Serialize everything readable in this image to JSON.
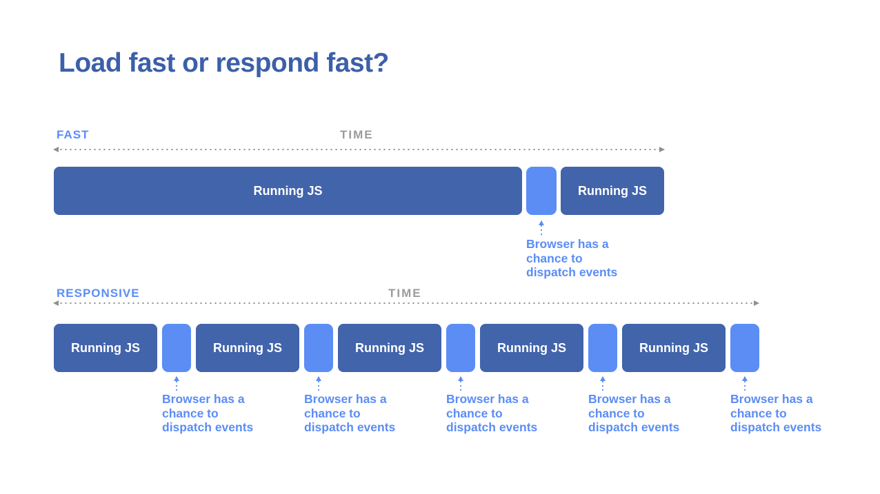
{
  "title": "Load fast or respond fast?",
  "colors": {
    "title_blue": "#3c5fa8",
    "dark_block": "#4164ab",
    "light_block": "#5b8df5",
    "label_blue": "#5b8df5",
    "time_gray": "#9b9b9b",
    "line_gray": "#8f8f8f"
  },
  "annotation": {
    "lines": [
      "Browser has a",
      "chance to",
      "dispatch events"
    ]
  },
  "fast": {
    "label": "FAST",
    "time_label": "TIME",
    "blocks": [
      "Running JS",
      "Running JS"
    ]
  },
  "responsive": {
    "label": "RESPONSIVE",
    "time_label": "TIME",
    "blocks": [
      "Running JS",
      "Running JS",
      "Running JS",
      "Running JS",
      "Running JS"
    ]
  }
}
